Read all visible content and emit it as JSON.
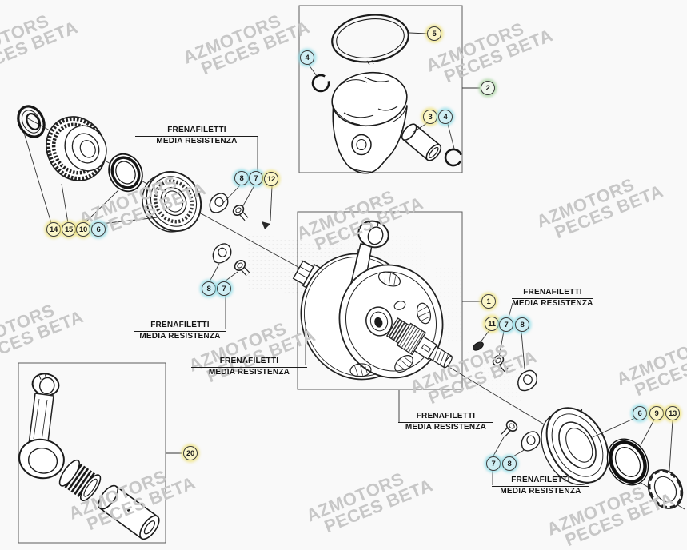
{
  "watermark": {
    "line1": "AZMOTORS",
    "line2": "PECES BETA"
  },
  "threadlock_label": {
    "line1": "FRENAFILETTI",
    "line2": "MEDIA RESISTENZA"
  },
  "colors": {
    "background": "#f9f9f9",
    "line_art": "#222222",
    "watermark_text": "#c7c7c7",
    "callout_yellow": "#fbf6c8",
    "callout_cyan": "#cfeef4",
    "callout_green": "#eef6ec"
  },
  "callouts": [
    {
      "n": "5",
      "highlight": "yellow"
    },
    {
      "n": "4",
      "highlight": "cyan"
    },
    {
      "n": "2",
      "highlight": "green"
    },
    {
      "n": "3",
      "highlight": "yellow"
    },
    {
      "n": "4",
      "highlight": "cyan"
    },
    {
      "n": "14",
      "highlight": "yellow"
    },
    {
      "n": "15",
      "highlight": "yellow"
    },
    {
      "n": "10",
      "highlight": "yellow"
    },
    {
      "n": "6",
      "highlight": "cyan"
    },
    {
      "n": "8",
      "highlight": "cyan"
    },
    {
      "n": "7",
      "highlight": "cyan"
    },
    {
      "n": "12",
      "highlight": "yellow"
    },
    {
      "n": "8",
      "highlight": "cyan"
    },
    {
      "n": "7",
      "highlight": "cyan"
    },
    {
      "n": "1",
      "highlight": "yellow"
    },
    {
      "n": "11",
      "highlight": "yellow"
    },
    {
      "n": "7",
      "highlight": "cyan"
    },
    {
      "n": "8",
      "highlight": "cyan"
    },
    {
      "n": "6",
      "highlight": "cyan"
    },
    {
      "n": "9",
      "highlight": "yellow"
    },
    {
      "n": "13",
      "highlight": "yellow"
    },
    {
      "n": "7",
      "highlight": "cyan"
    },
    {
      "n": "8",
      "highlight": "cyan"
    },
    {
      "n": "20",
      "highlight": "yellow"
    }
  ]
}
